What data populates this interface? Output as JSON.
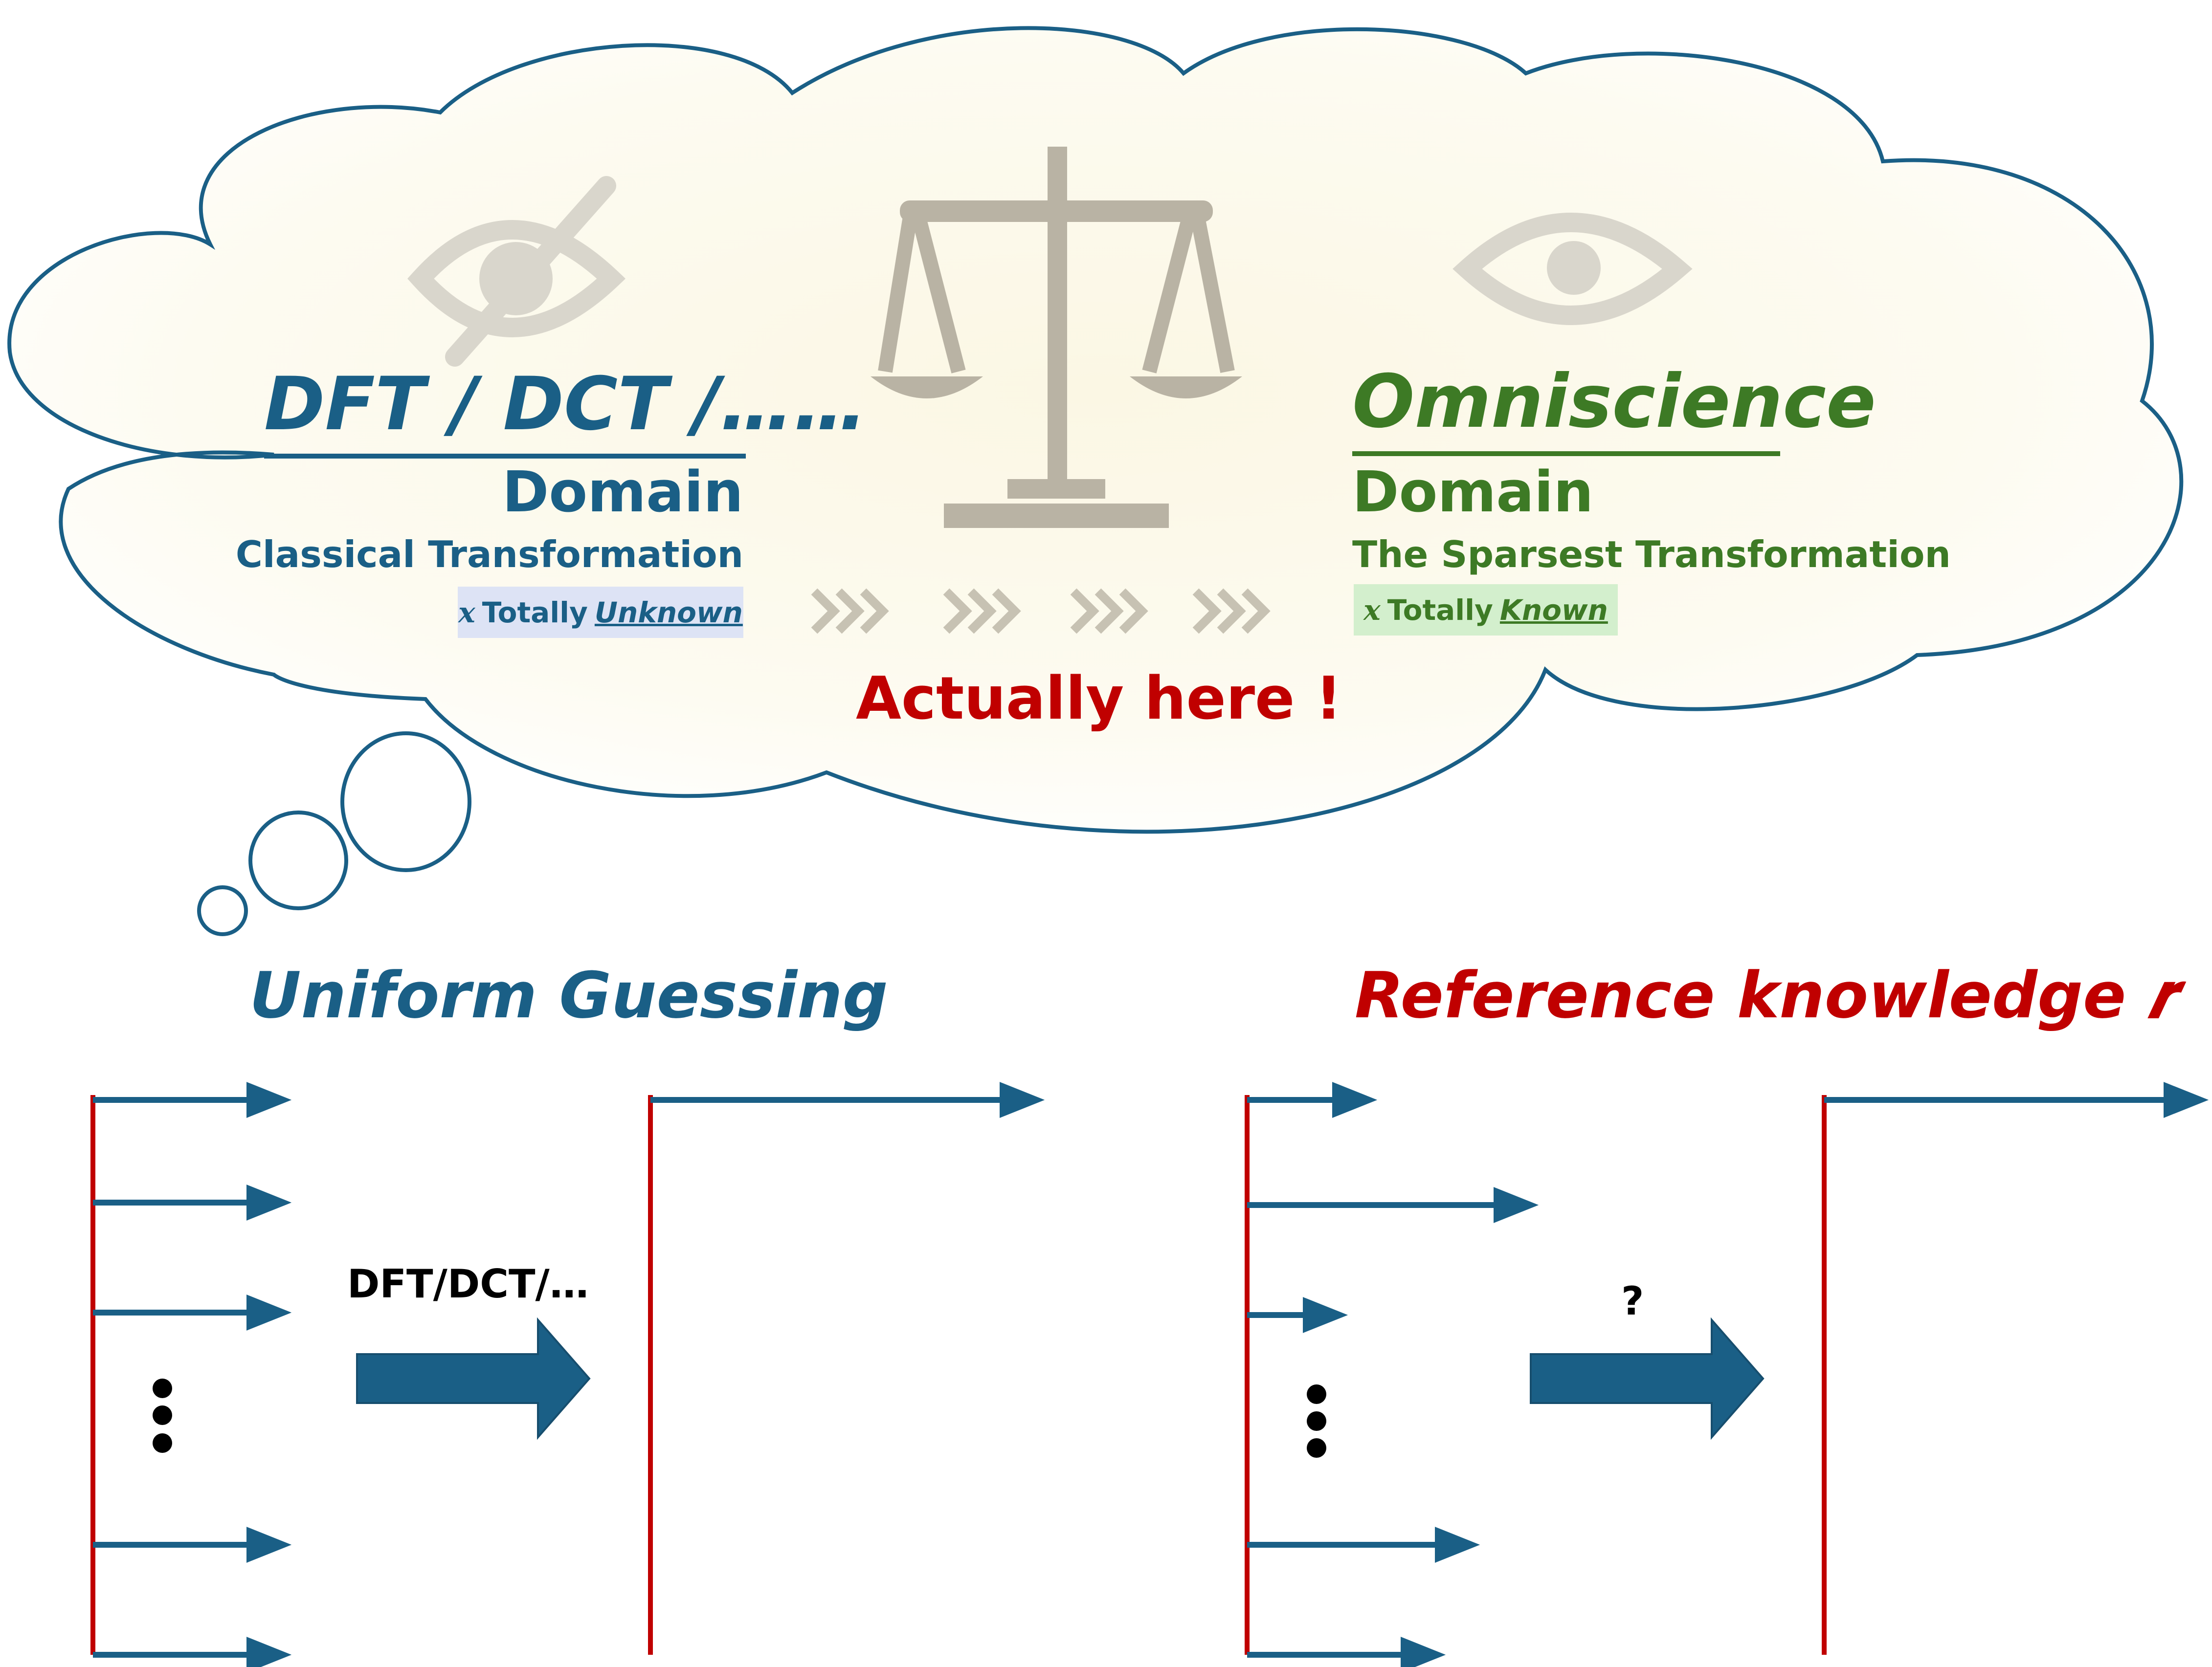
{
  "cloud": {
    "left": {
      "title": "DFT / DCT /……",
      "domain": "Domain",
      "subtitle": "Classical Transformation",
      "badge_var": "x",
      "badge_text": "Totally",
      "badge_emph": "Unknown"
    },
    "right": {
      "title": "Omniscience",
      "domain": "Domain",
      "subtitle": "The Sparsest Transformation",
      "badge_var": "x",
      "badge_text": "Totally",
      "badge_emph": "Known"
    },
    "callout": "Actually here !",
    "icons": [
      "eye-slash-icon",
      "scale-icon",
      "eye-icon",
      "chevrons-icon"
    ]
  },
  "bottom": {
    "left_title": "Uniform Guessing",
    "right_title": "Reference knowledge 𝒓",
    "left_arrow_label": "DFT/DCT/…",
    "right_arrow_label": "?"
  },
  "colors": {
    "blue": "#1a5f86",
    "green": "#3d7a25",
    "red": "#c00000",
    "gray_icon": "#b9b3a4"
  }
}
